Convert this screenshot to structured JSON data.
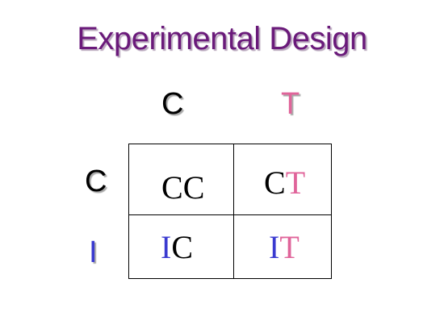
{
  "title": "Experimental Design",
  "colors": {
    "title": "#6a1a7a",
    "C": "#000000",
    "T": "#e0649a",
    "I": "#3a3ad0"
  },
  "column_headers": [
    "C",
    "T"
  ],
  "row_headers": [
    "C",
    "I"
  ],
  "cells": [
    [
      {
        "first": "C",
        "second": "C"
      },
      {
        "first": "C",
        "second": "T"
      }
    ],
    [
      {
        "first": "I",
        "second": "C"
      },
      {
        "first": "I",
        "second": "T"
      }
    ]
  ]
}
